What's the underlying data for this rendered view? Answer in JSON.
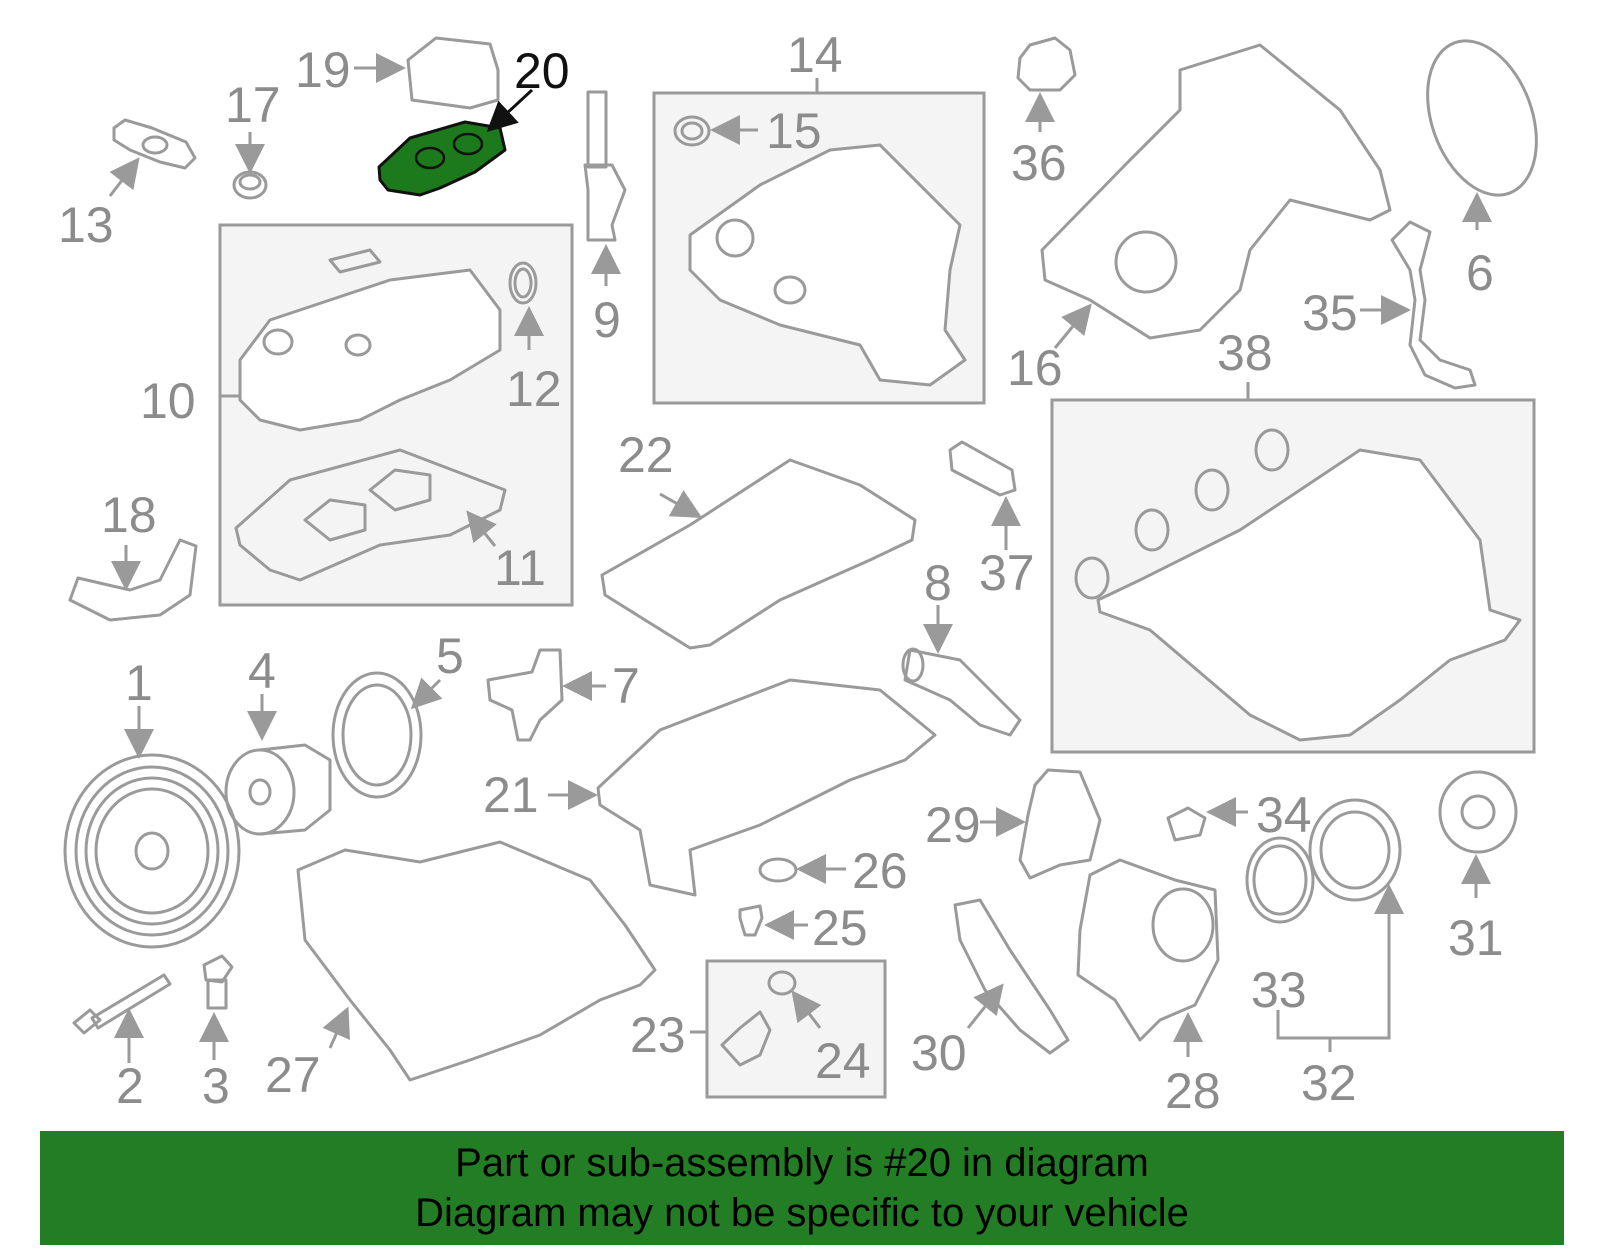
{
  "diagram": {
    "highlighted_part": "20",
    "highlight_color": "#1c7a1c",
    "callouts": [
      "1",
      "2",
      "3",
      "4",
      "5",
      "6",
      "7",
      "8",
      "9",
      "10",
      "11",
      "12",
      "13",
      "14",
      "15",
      "16",
      "17",
      "18",
      "19",
      "20",
      "21",
      "22",
      "23",
      "24",
      "25",
      "26",
      "27",
      "28",
      "29",
      "30",
      "31",
      "32",
      "33",
      "34",
      "35",
      "36",
      "37",
      "38"
    ]
  },
  "banner": {
    "line1": "Part or sub-assembly is #20 in diagram",
    "line2": "Diagram may not be specific to your vehicle",
    "background": "#237d24"
  }
}
